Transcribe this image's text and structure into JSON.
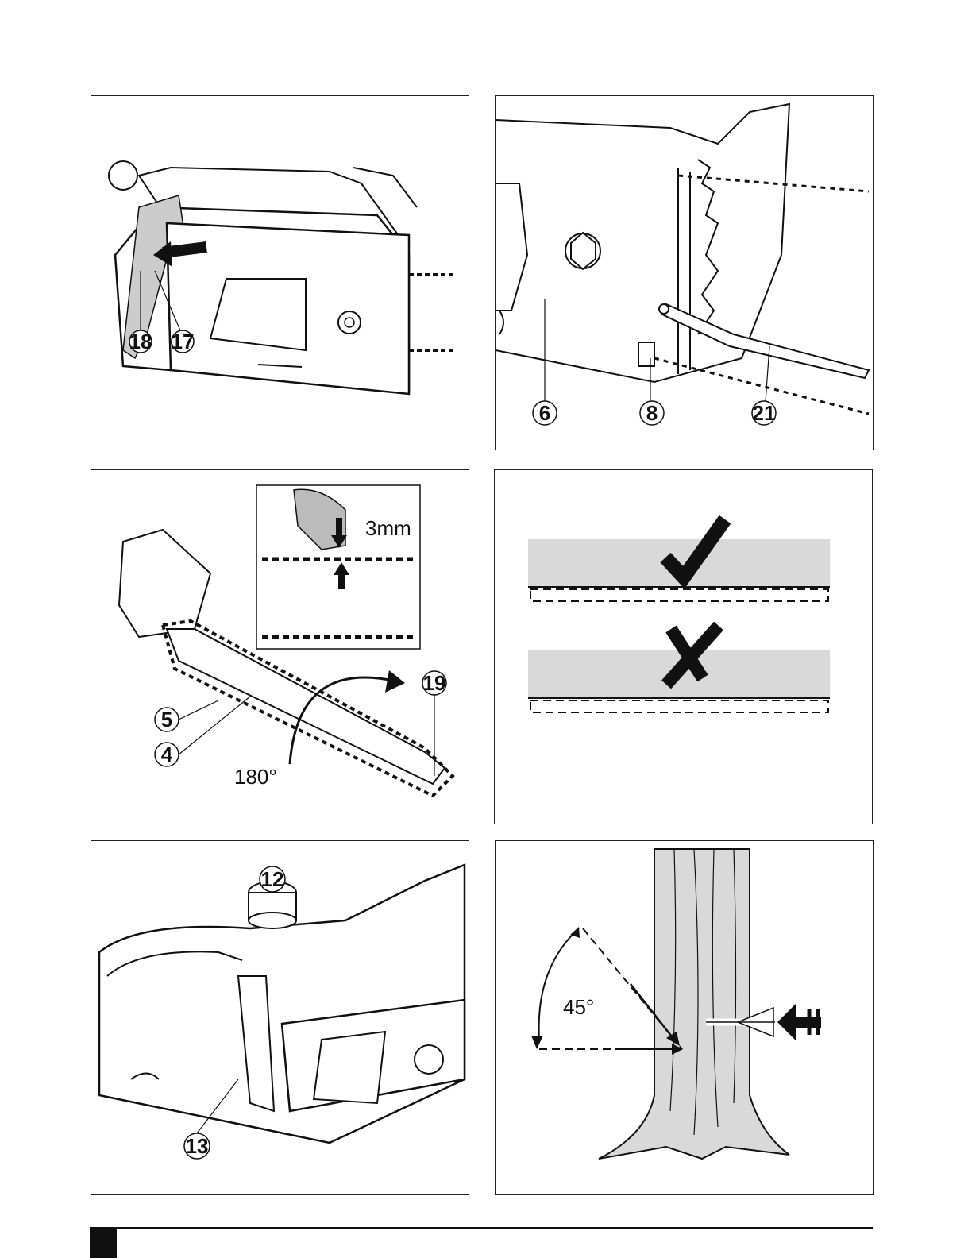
{
  "panels": {
    "p1": {
      "callouts": [
        "18",
        "17"
      ]
    },
    "p2": {
      "callouts": [
        "6",
        "8",
        "21"
      ]
    },
    "p3": {
      "callouts": [
        "19",
        "5",
        "4"
      ],
      "tension_label": "3mm",
      "angle_label": "180°"
    },
    "p4": {
      "correct_icon": "check-icon",
      "wrong_icon": "cross-icon"
    },
    "p5": {
      "callouts": [
        "12",
        "13"
      ]
    },
    "p6": {
      "angle_label": "45°"
    }
  }
}
